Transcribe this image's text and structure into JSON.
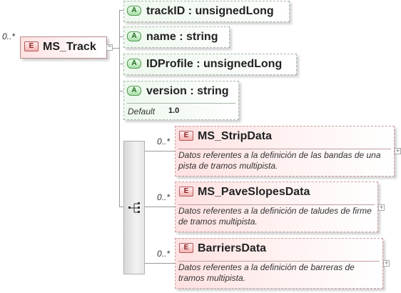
{
  "root": {
    "cardinality": "0..*",
    "badge": "E",
    "name": "MS_Track"
  },
  "attributes": [
    {
      "badge": "A",
      "label": "trackID : unsignedLong"
    },
    {
      "badge": "A",
      "label": "name : string"
    },
    {
      "badge": "A",
      "label": "IDProfile : unsignedLong"
    },
    {
      "badge": "A",
      "label": "version : string",
      "default_label": "Default",
      "default_value": "1.0"
    }
  ],
  "children": [
    {
      "cardinality": "0..*",
      "badge": "E",
      "name": "MS_StripData",
      "doc": "Datos referentes a la definición de las bandas de una pista de tramos multipista."
    },
    {
      "cardinality": "0..*",
      "badge": "E",
      "name": "MS_PaveSlopesData",
      "doc": "Datos referentes a la definición de taludes de firme de tramos multipista."
    },
    {
      "cardinality": "0..*",
      "badge": "E",
      "name": "BarriersData",
      "doc": "Datos referentes a la definición de barreras de tramos multipista."
    }
  ],
  "icons": {
    "collapse": "minus-icon",
    "expand": "plus-icon",
    "sequence": "sequence-icon"
  },
  "colors": {
    "element_fill": "#ffe1e1",
    "element_border": "#c9a0a0",
    "attribute_fill": "#eef8ee",
    "attribute_border": "#a9b9a9"
  }
}
